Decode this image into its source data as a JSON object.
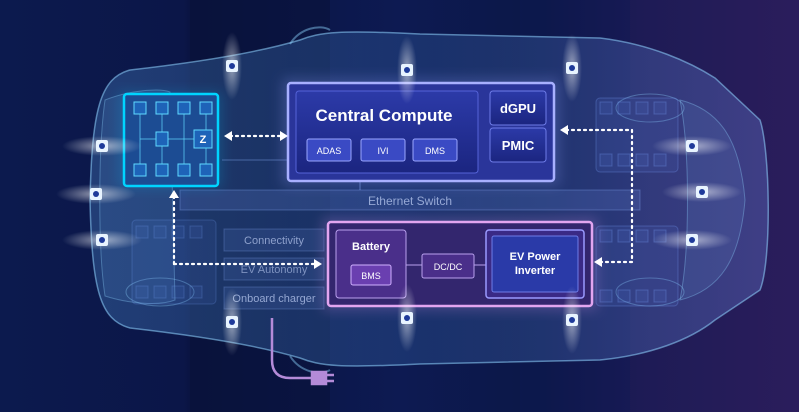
{
  "diagram": {
    "central_compute": {
      "title": "Central Compute",
      "chips": [
        "ADAS",
        "IVI",
        "DMS"
      ]
    },
    "side_chips": [
      "dGPU",
      "PMIC"
    ],
    "zone_label": "Z",
    "ethernet_switch": "Ethernet Switch",
    "left_rows": [
      "Connectivity",
      "EV Autonomy",
      "Onboard charger"
    ],
    "power": {
      "battery": "Battery",
      "bms": "BMS",
      "dcdc": "DC/DC",
      "inverter_line1": "EV Power",
      "inverter_line2": "Inverter"
    }
  },
  "colors": {
    "compute_border": "#8a92f5",
    "zone_border": "#00c8ff",
    "power_border": "#d58ce6",
    "chip_fill": "#1f2d8c",
    "power_chip_fill": "#3e2a7a"
  }
}
